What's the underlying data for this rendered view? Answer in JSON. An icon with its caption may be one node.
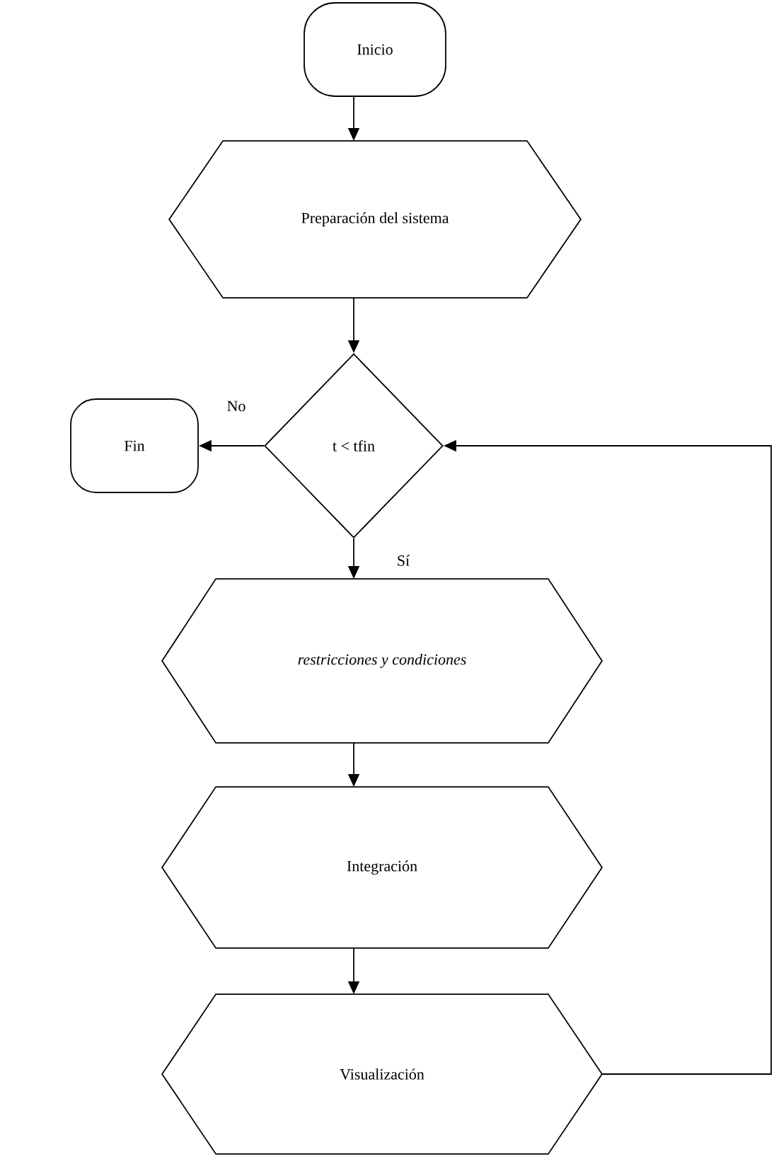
{
  "diagram": {
    "nodes": [
      {
        "text": [
          "Inicio"
        ]
      },
      {
        "text": [
          "Preparación del sistema"
        ]
      },
      {
        "text": [
          "t < tfin"
        ]
      },
      {
        "text": [
          "Fin"
        ]
      },
      {
        "text": [
          "restricciones y condiciones"
        ]
      },
      {
        "text": [
          "Integración"
        ]
      },
      {
        "text": [
          "Visualización"
        ]
      }
    ],
    "edges": [
      {
        "from": 0,
        "to": 1,
        "arrow": "to"
      },
      {
        "from": 1,
        "to": 2,
        "arrow": "to"
      },
      {
        "from": 2,
        "to": 3,
        "arrow": "to",
        "label": "No"
      },
      {
        "from": 2,
        "to": 4,
        "arrow": "to",
        "label": "Sí"
      },
      {
        "from": 4,
        "to": 5,
        "arrow": "to"
      },
      {
        "from": 5,
        "to": 6,
        "arrow": "to"
      },
      {
        "from": 6,
        "to": 2,
        "arrow": "to"
      }
    ]
  }
}
